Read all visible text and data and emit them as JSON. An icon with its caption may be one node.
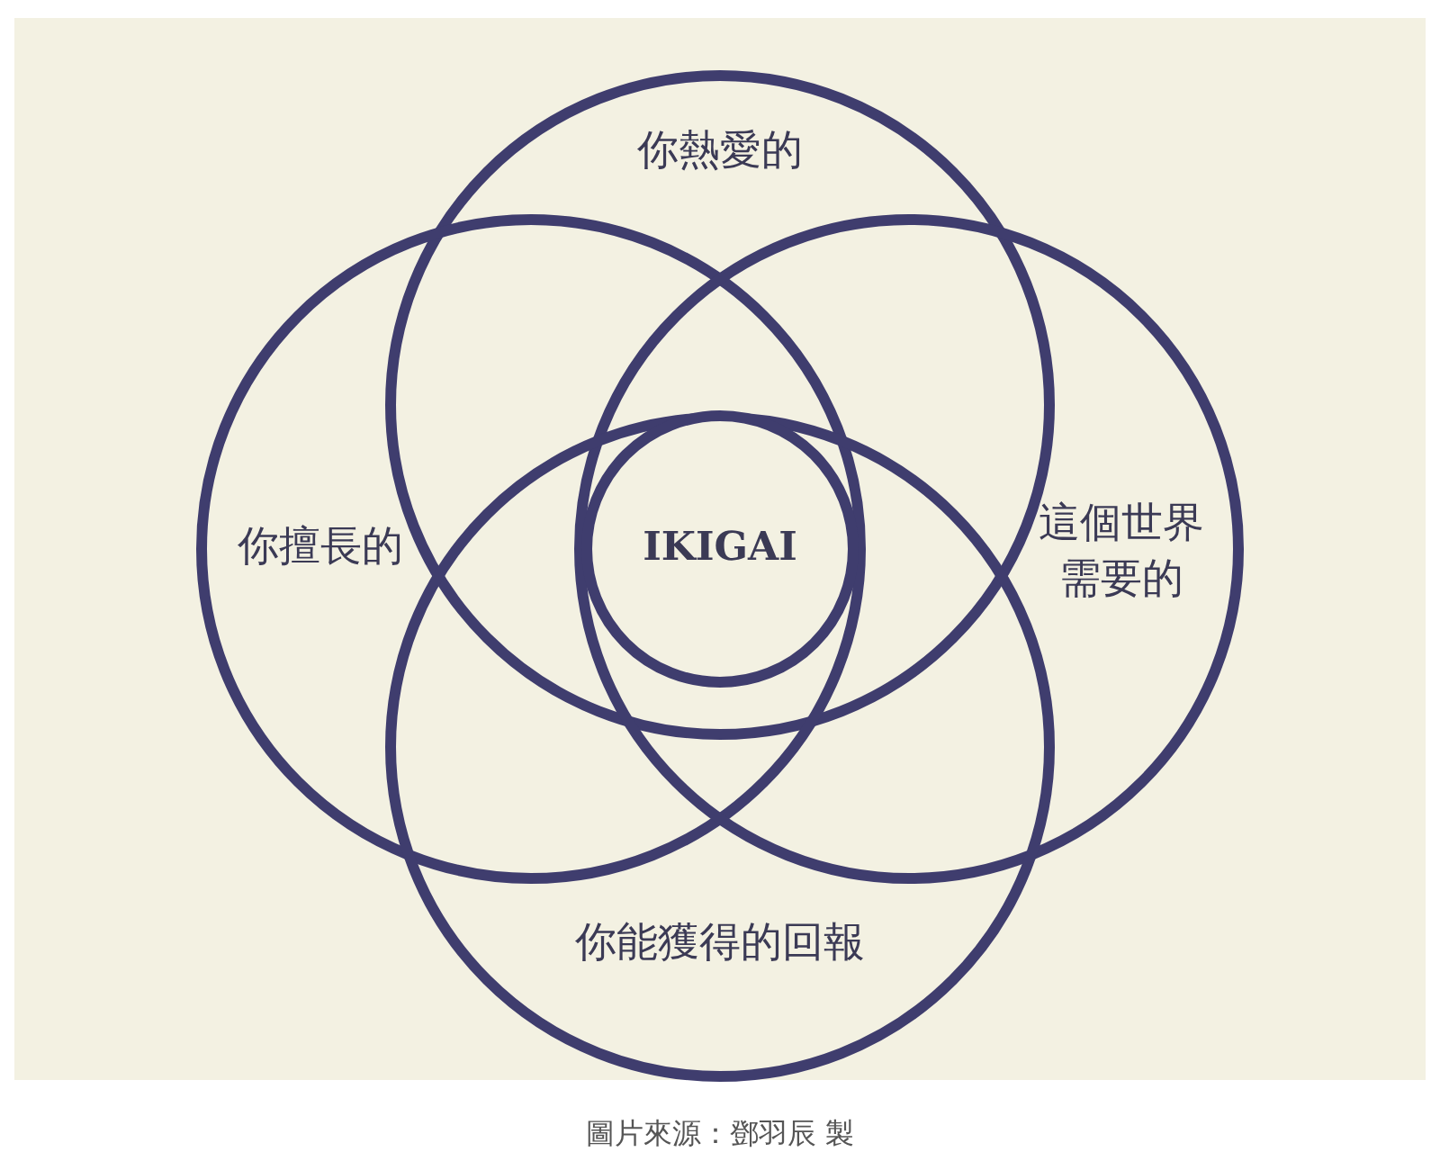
{
  "diagram": {
    "caption": "圖片來源：鄧羽辰 製",
    "nodes": [
      {
        "text": [
          "你熱愛的"
        ]
      },
      {
        "text": [
          "你擅長的"
        ]
      },
      {
        "text": [
          "這個世界需要的"
        ]
      },
      {
        "text": [
          "你能獲得的回報"
        ]
      },
      {
        "text": [
          "IKIGAI"
        ]
      }
    ]
  }
}
